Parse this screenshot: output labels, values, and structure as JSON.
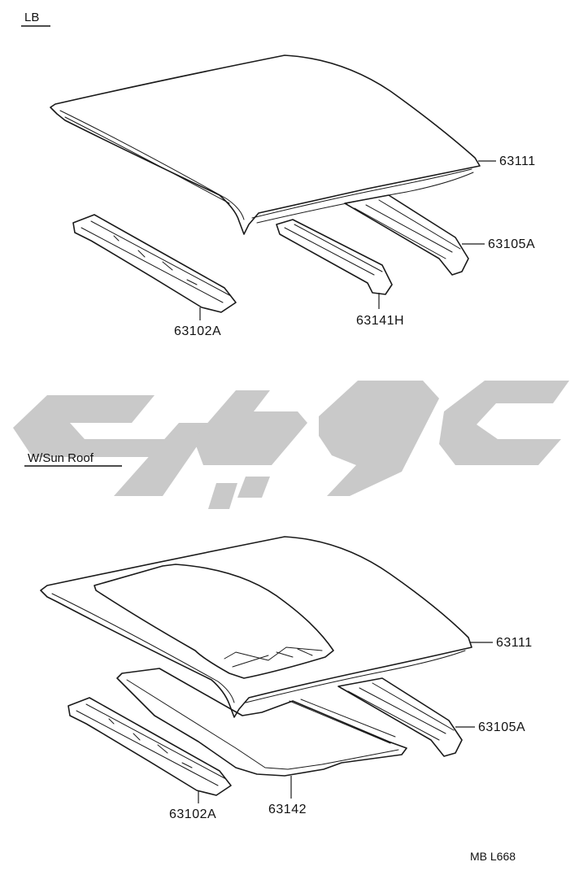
{
  "sections": {
    "lb": {
      "heading": "LB",
      "callouts": {
        "roof_panel": "63111",
        "side_rail": "63105A",
        "center_bow": "63141H",
        "front_header": "63102A"
      }
    },
    "sunroof": {
      "heading": "W/Sun Roof",
      "callouts": {
        "roof_panel": "63111",
        "side_rail": "63105A",
        "sunroof_frame": "63142",
        "front_header": "63102A"
      }
    }
  },
  "footer_code": "MB L668",
  "colors": {
    "line": "#1a1a1a",
    "watermark": "#c9c9c9",
    "background": "#ffffff"
  }
}
